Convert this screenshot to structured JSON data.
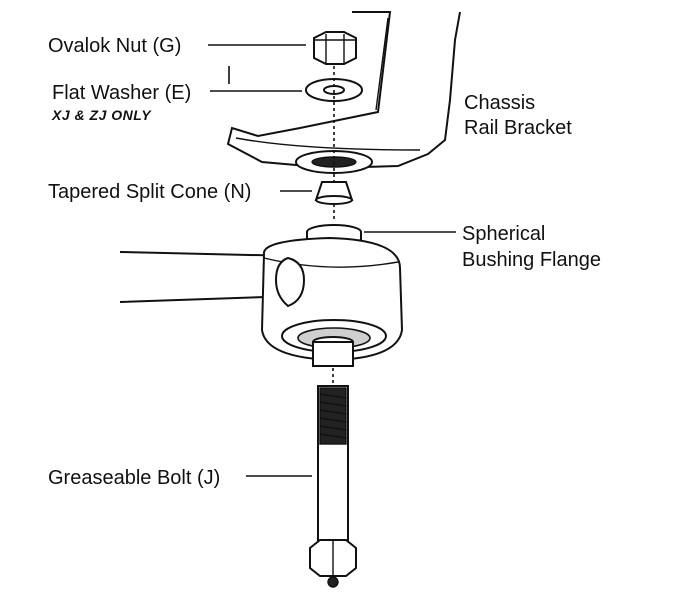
{
  "labels": {
    "ovalok_nut": "Ovalok Nut (G)",
    "flat_washer": "Flat Washer (E)",
    "washer_note": "XJ & ZJ ONLY",
    "chassis_line1": "Chassis",
    "chassis_line2": "Rail Bracket",
    "split_cone": "Tapered Split Cone (N)",
    "flange_line1": "Spherical",
    "flange_line2": "Bushing Flange",
    "bolt": "Greaseable Bolt (J)"
  }
}
